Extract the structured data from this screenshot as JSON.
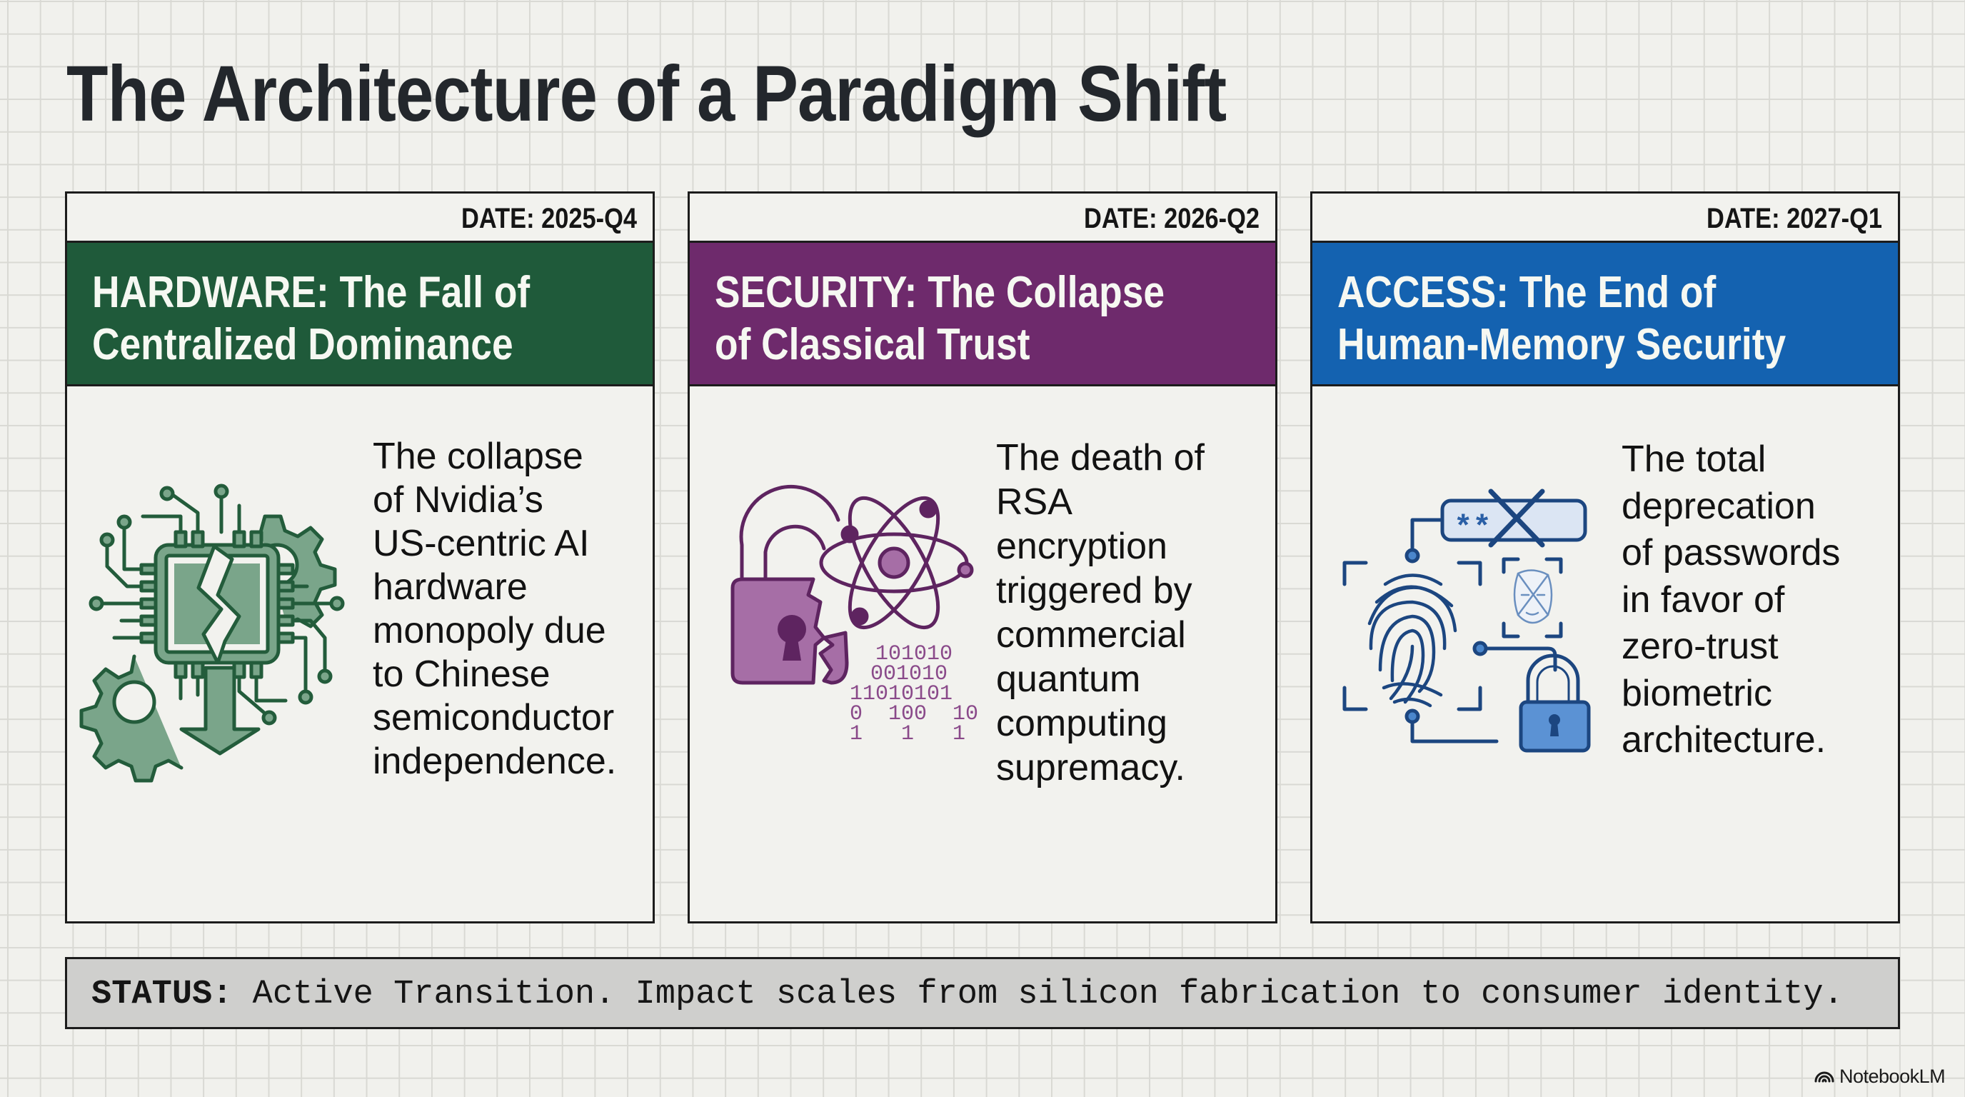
{
  "page": {
    "title": "The Architecture of a Paradigm Shift"
  },
  "cards": [
    {
      "date": "DATE: 2025-Q4",
      "title_lines": [
        "HARDWARE: The Fall of",
        "Centralized Dominance"
      ],
      "header_color": "#1f5a3a",
      "icon": "broken-chip-icon",
      "body_lines": [
        "The collapse",
        "of Nvidia’s",
        "US-centric AI",
        "hardware",
        "monopoly due",
        "to Chinese",
        "semiconductor",
        "independence."
      ]
    },
    {
      "date": "DATE: 2026-Q2",
      "title_lines": [
        "SECURITY: The Collapse",
        "of Classical Trust"
      ],
      "header_color": "#6e2a6c",
      "icon": "broken-lock-atom-icon",
      "binary_lines": [
        "101010",
        "001010",
        "11010101",
        "0  100  10",
        "1   1   1"
      ],
      "body_lines": [
        "The death of",
        "RSA",
        "encryption",
        "triggered by",
        "commercial",
        "quantum",
        "computing",
        "supremacy."
      ]
    },
    {
      "date": "DATE: 2027-Q1",
      "title_lines": [
        "ACCESS: The End of",
        "Human-Memory Security"
      ],
      "header_color": "#1462b0",
      "icon": "biometric-fingerprint-icon",
      "password_mask": "**",
      "body_lines": [
        "The total",
        "deprecation",
        "of passwords",
        "in favor of",
        "zero-trust",
        "biometric",
        "architecture."
      ]
    }
  ],
  "status": {
    "label": "STATUS:",
    "text": " Active Transition. Impact scales from silicon fabrication to consumer identity."
  },
  "brand": {
    "name": "NotebookLM",
    "icon": "notebooklm-logo-icon"
  }
}
